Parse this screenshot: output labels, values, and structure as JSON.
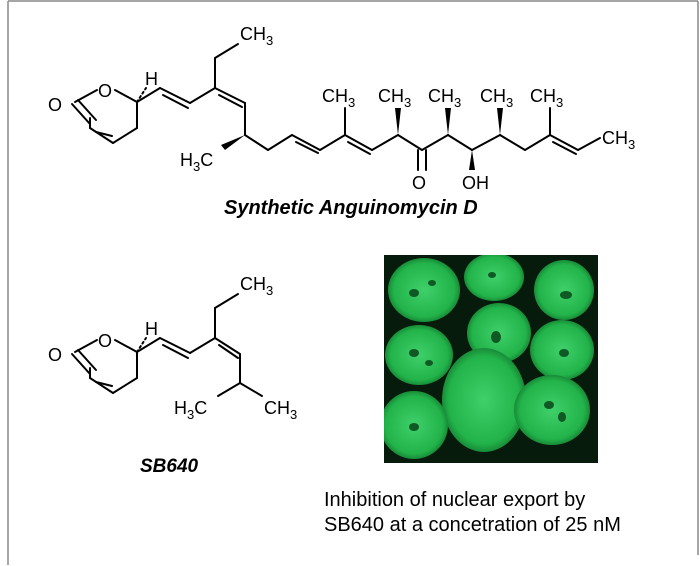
{
  "figure": {
    "top_compound_name": "Synthetic Anguinomycin D",
    "bottom_compound_name": "SB640",
    "micrograph_caption_line1": "Inhibition of nuclear export by",
    "micrograph_caption_line2": "SB640 at a concetration of 25 nM",
    "micrograph_color": "#22b34a",
    "atoms": {
      "carbonyl_O": "O",
      "ring_O": "O",
      "H": "H",
      "hydroxyl": "OH",
      "CH3_C": "CH",
      "H3C_H": "H",
      "sub_3": "3",
      "C": "C"
    }
  }
}
